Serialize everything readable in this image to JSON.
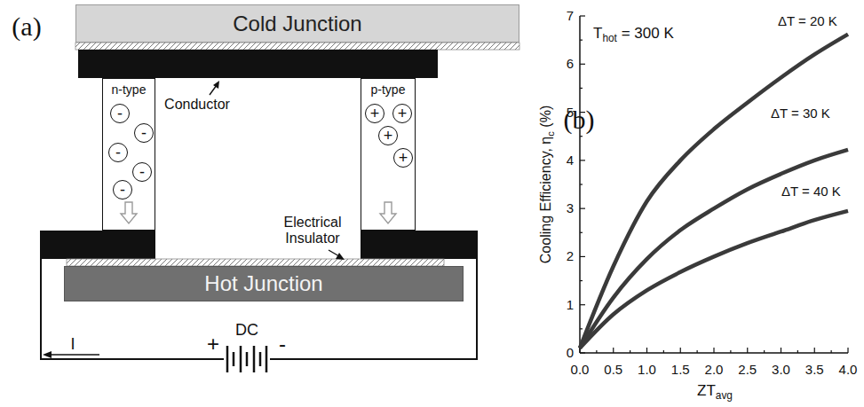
{
  "diagram": {
    "nodes": [
      {
        "text": [
          "Cold Junction"
        ]
      },
      {
        "text": [
          "n-type"
        ]
      },
      {
        "text": [
          "p-type"
        ]
      },
      {
        "text": [
          "Hot Junction"
        ]
      }
    ],
    "labels": [
      "(a)",
      "Conductor",
      "Electrical Insulator",
      "-",
      "-",
      "-",
      "-",
      "-",
      "+",
      "+",
      "+",
      "+",
      "DC",
      "+",
      "-",
      "I",
      "(b)",
      "T",
      "hot",
      "= 300 K",
      "ΔT = 20 K",
      "ΔT = 30 K",
      "ΔT = 40 K",
      "Cooling Efficiency, η",
      "c",
      "(%)",
      "ZT",
      "avg",
      "0",
      "1",
      "2",
      "3",
      "4",
      "5",
      "6",
      "7",
      "0.0",
      "0.5",
      "1.0",
      "1.5",
      "2.0",
      "2.5",
      "3.0",
      "3.5",
      "4.0"
    ]
  }
}
